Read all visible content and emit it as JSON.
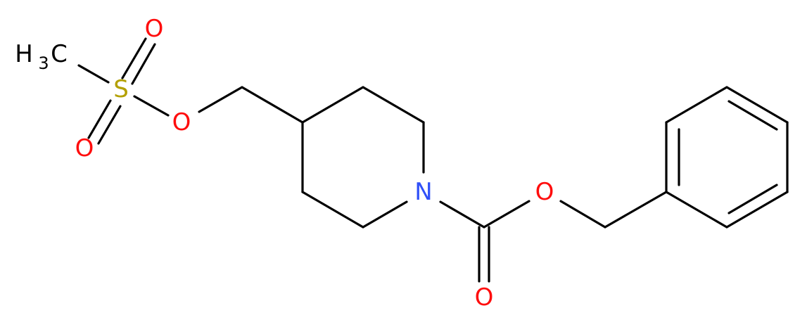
{
  "molecule": {
    "colors": {
      "bond": "#000000",
      "carbon_label": "#000000",
      "oxygen": "#ff0d0d",
      "nitrogen": "#3050f8",
      "sulfur": "#b3a000"
    },
    "atoms": {
      "methyl_h": "H",
      "methyl_sub": "3",
      "methyl_c": "C",
      "sulfur": "S",
      "sulfonyl_o_top": "O",
      "sulfonyl_o_bottom": "O",
      "ester_o": "O",
      "nitrogen": "N",
      "carbamate_o_ether": "O",
      "carbamate_o_carbonyl": "O"
    }
  }
}
